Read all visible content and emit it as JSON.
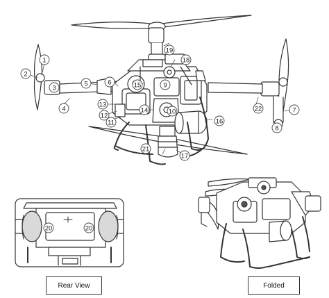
{
  "callouts": [
    "1",
    "2",
    "3",
    "4",
    "5",
    "6",
    "7",
    "8",
    "9",
    "10",
    "11",
    "12",
    "13",
    "14",
    "15",
    "16",
    "17",
    "18",
    "19",
    "20",
    "21",
    "22"
  ],
  "rear_view_callouts": [
    "20",
    "20"
  ],
  "labels": {
    "rear_view": "Rear View",
    "folded": "Folded"
  },
  "colors": {
    "line": "#333333",
    "fill": "#ffffff",
    "shade": "#d9d9d9",
    "dark": "#555555"
  }
}
